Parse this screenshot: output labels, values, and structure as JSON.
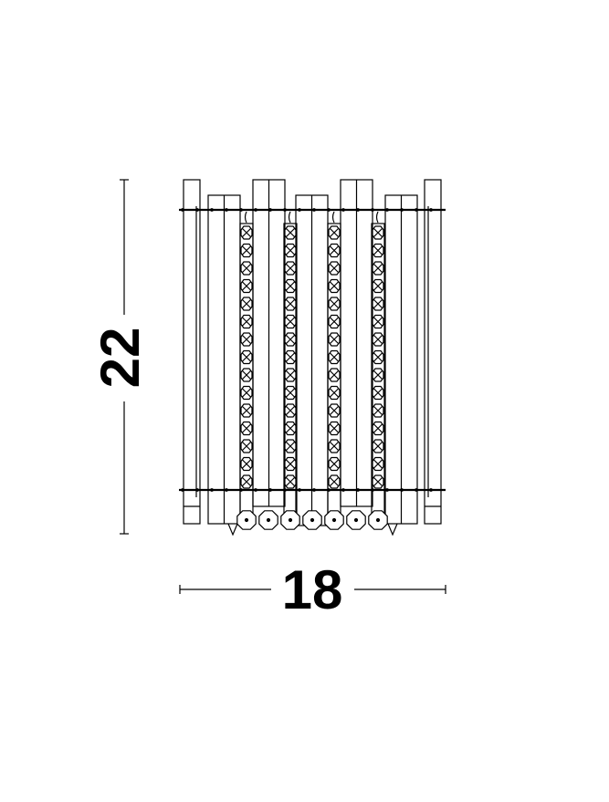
{
  "drawing": {
    "height_label": "22",
    "width_label": "18",
    "line_color": "#000000",
    "crystal_strands": 4,
    "crystals_per_strand": 15
  }
}
